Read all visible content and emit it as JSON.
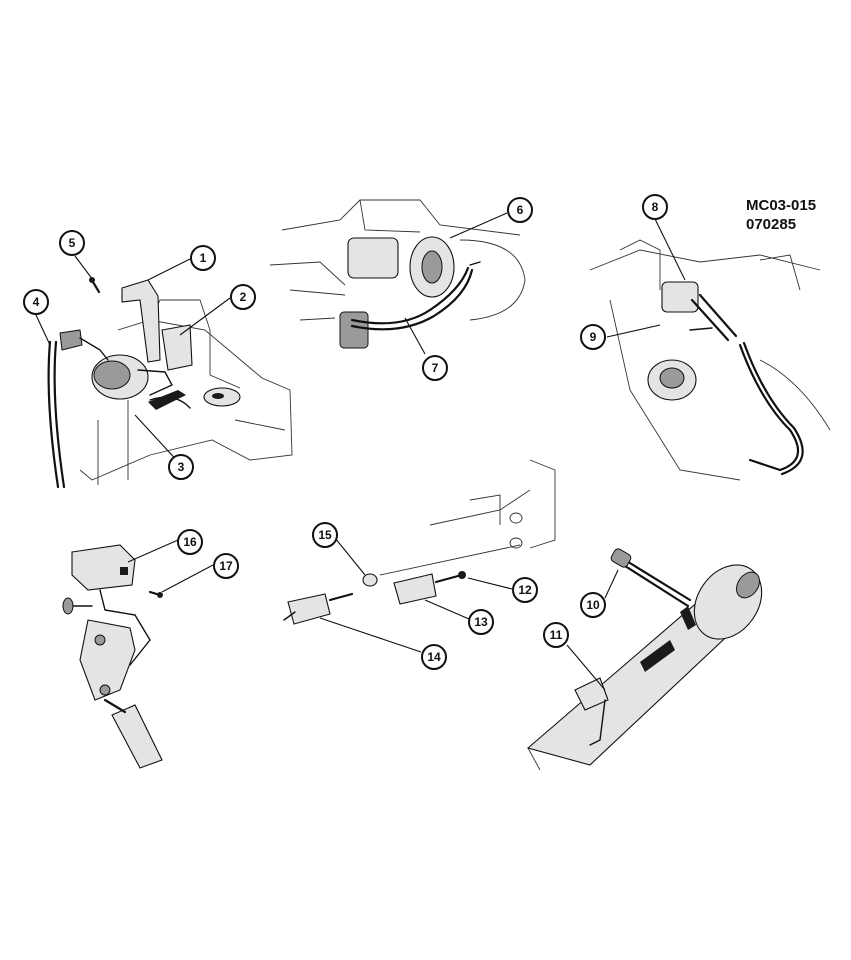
{
  "drawing": {
    "code": "MC03-015",
    "date_code": "070285"
  },
  "callouts": [
    "1",
    "2",
    "3",
    "4",
    "5",
    "6",
    "7",
    "8",
    "9",
    "10",
    "11",
    "12",
    "13",
    "14",
    "15",
    "16",
    "17"
  ]
}
